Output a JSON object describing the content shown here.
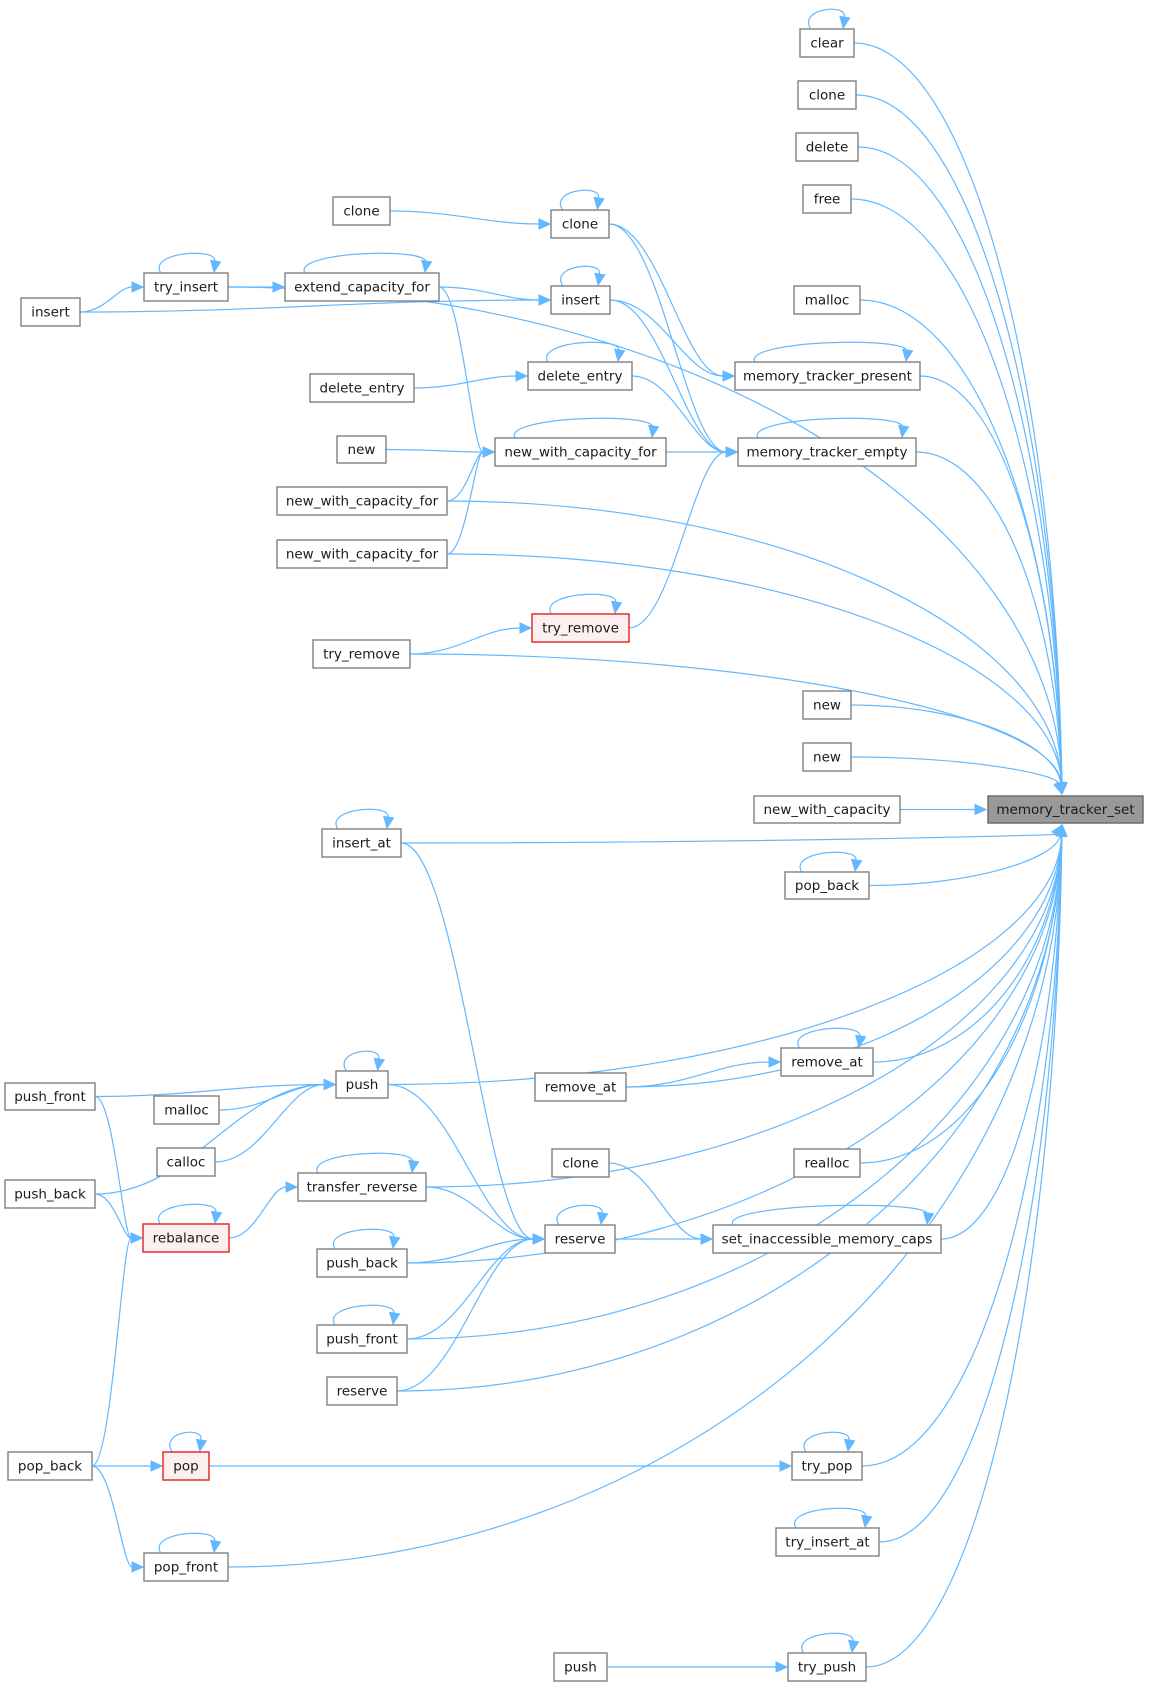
{
  "diagram": {
    "type": "caller-graph",
    "root": "memory_tracker_set",
    "colors": {
      "edge": "#63b8ff",
      "root_fill": "#999999",
      "highlight_border": "#e02020",
      "highlight_fill": "#fff0f0",
      "node_border": "#808080"
    },
    "nodes": [
      {
        "id": "root",
        "label": "memory_tracker_set",
        "style": "root"
      },
      {
        "id": "clear",
        "label": "clear",
        "self_loop": true
      },
      {
        "id": "clone_r",
        "label": "clone"
      },
      {
        "id": "delete",
        "label": "delete"
      },
      {
        "id": "free",
        "label": "free"
      },
      {
        "id": "malloc_r",
        "label": "malloc"
      },
      {
        "id": "mt_present",
        "label": "memory_tracker_present",
        "self_loop": true
      },
      {
        "id": "mt_empty",
        "label": "memory_tracker_empty",
        "self_loop": true
      },
      {
        "id": "clone_l",
        "label": "clone"
      },
      {
        "id": "clone_m",
        "label": "clone",
        "self_loop": true
      },
      {
        "id": "insert_l",
        "label": "insert"
      },
      {
        "id": "try_insert",
        "label": "try_insert",
        "self_loop": true
      },
      {
        "id": "extend_cap",
        "label": "extend_capacity_for",
        "self_loop": true
      },
      {
        "id": "insert_m",
        "label": "insert",
        "self_loop": true
      },
      {
        "id": "delete_entry_l",
        "label": "delete_entry"
      },
      {
        "id": "delete_entry_m",
        "label": "delete_entry",
        "self_loop": true
      },
      {
        "id": "new_l",
        "label": "new"
      },
      {
        "id": "nwcf_m",
        "label": "new_with_capacity_for",
        "self_loop": true
      },
      {
        "id": "nwcf_l1",
        "label": "new_with_capacity_for"
      },
      {
        "id": "nwcf_l2",
        "label": "new_with_capacity_for"
      },
      {
        "id": "try_remove_m",
        "label": "try_remove",
        "style": "highlight",
        "self_loop": true
      },
      {
        "id": "try_remove_l",
        "label": "try_remove"
      },
      {
        "id": "new_r1",
        "label": "new"
      },
      {
        "id": "new_r2",
        "label": "new"
      },
      {
        "id": "new_with_capacity",
        "label": "new_with_capacity"
      },
      {
        "id": "insert_at",
        "label": "insert_at",
        "self_loop": true
      },
      {
        "id": "pop_back_r",
        "label": "pop_back",
        "self_loop": true
      },
      {
        "id": "push_m",
        "label": "push",
        "self_loop": true
      },
      {
        "id": "push_front_l",
        "label": "push_front"
      },
      {
        "id": "malloc_l",
        "label": "malloc"
      },
      {
        "id": "calloc",
        "label": "calloc"
      },
      {
        "id": "push_back_l",
        "label": "push_back"
      },
      {
        "id": "remove_at_l",
        "label": "remove_at"
      },
      {
        "id": "remove_at_r",
        "label": "remove_at",
        "self_loop": true
      },
      {
        "id": "transfer_reverse",
        "label": "transfer_reverse",
        "self_loop": true
      },
      {
        "id": "clone_b",
        "label": "clone"
      },
      {
        "id": "realloc",
        "label": "realloc"
      },
      {
        "id": "rebalance",
        "label": "rebalance",
        "style": "highlight",
        "self_loop": true
      },
      {
        "id": "reserve_m",
        "label": "reserve",
        "self_loop": true
      },
      {
        "id": "set_caps",
        "label": "set_inaccessible_memory_caps",
        "self_loop": true
      },
      {
        "id": "push_back_m",
        "label": "push_back",
        "self_loop": true
      },
      {
        "id": "push_front_m",
        "label": "push_front",
        "self_loop": true
      },
      {
        "id": "reserve_l",
        "label": "reserve"
      },
      {
        "id": "pop_back_l",
        "label": "pop_back"
      },
      {
        "id": "pop",
        "label": "pop",
        "style": "highlight",
        "self_loop": true
      },
      {
        "id": "try_pop",
        "label": "try_pop",
        "self_loop": true
      },
      {
        "id": "try_insert_at",
        "label": "try_insert_at",
        "self_loop": true
      },
      {
        "id": "pop_front",
        "label": "pop_front",
        "self_loop": true
      },
      {
        "id": "push_b",
        "label": "push"
      },
      {
        "id": "try_push",
        "label": "try_push",
        "self_loop": true
      }
    ],
    "edges": [
      [
        "clear",
        "root"
      ],
      [
        "clone_r",
        "root"
      ],
      [
        "delete",
        "root"
      ],
      [
        "free",
        "root"
      ],
      [
        "malloc_r",
        "root"
      ],
      [
        "mt_present",
        "root"
      ],
      [
        "mt_empty",
        "root"
      ],
      [
        "try_insert",
        "root"
      ],
      [
        "clone_l",
        "clone_m"
      ],
      [
        "clone_m",
        "mt_present"
      ],
      [
        "clone_m",
        "mt_empty"
      ],
      [
        "insert_l",
        "try_insert"
      ],
      [
        "insert_l",
        "insert_m"
      ],
      [
        "try_insert",
        "extend_cap"
      ],
      [
        "extend_cap",
        "insert_m"
      ],
      [
        "extend_cap",
        "nwcf_m"
      ],
      [
        "insert_m",
        "mt_present"
      ],
      [
        "insert_m",
        "mt_empty"
      ],
      [
        "delete_entry_l",
        "delete_entry_m"
      ],
      [
        "delete_entry_m",
        "mt_empty"
      ],
      [
        "new_l",
        "nwcf_m"
      ],
      [
        "nwcf_l1",
        "nwcf_m"
      ],
      [
        "nwcf_l2",
        "nwcf_m"
      ],
      [
        "nwcf_m",
        "mt_empty"
      ],
      [
        "nwcf_l1",
        "root"
      ],
      [
        "nwcf_l2",
        "root"
      ],
      [
        "try_remove_l",
        "try_remove_m"
      ],
      [
        "try_remove_m",
        "mt_empty"
      ],
      [
        "try_remove_l",
        "root"
      ],
      [
        "new_r1",
        "root"
      ],
      [
        "new_r2",
        "root"
      ],
      [
        "new_with_capacity",
        "root"
      ],
      [
        "insert_at",
        "root"
      ],
      [
        "pop_back_r",
        "root"
      ],
      [
        "insert_at",
        "reserve_m"
      ],
      [
        "push_front_l",
        "push_m"
      ],
      [
        "push_back_l",
        "push_m"
      ],
      [
        "malloc_l",
        "push_m"
      ],
      [
        "calloc",
        "push_m"
      ],
      [
        "push_m",
        "root"
      ],
      [
        "push_m",
        "reserve_m"
      ],
      [
        "push_front_l",
        "rebalance"
      ],
      [
        "push_back_l",
        "rebalance"
      ],
      [
        "pop_back_l",
        "rebalance"
      ],
      [
        "rebalance",
        "transfer_reverse"
      ],
      [
        "transfer_reverse",
        "root"
      ],
      [
        "transfer_reverse",
        "reserve_m"
      ],
      [
        "remove_at_l",
        "remove_at_r"
      ],
      [
        "remove_at_r",
        "root"
      ],
      [
        "remove_at_l",
        "root"
      ],
      [
        "realloc",
        "root"
      ],
      [
        "clone_b",
        "set_caps"
      ],
      [
        "reserve_m",
        "set_caps"
      ],
      [
        "set_caps",
        "root"
      ],
      [
        "push_back_m",
        "reserve_m"
      ],
      [
        "push_back_m",
        "root"
      ],
      [
        "push_front_m",
        "reserve_m"
      ],
      [
        "push_front_m",
        "root"
      ],
      [
        "reserve_l",
        "reserve_m"
      ],
      [
        "reserve_l",
        "root"
      ],
      [
        "pop_back_l",
        "pop"
      ],
      [
        "pop_back_l",
        "pop_front"
      ],
      [
        "pop",
        "try_pop"
      ],
      [
        "try_pop",
        "root"
      ],
      [
        "try_insert_at",
        "root"
      ],
      [
        "pop_front",
        "root"
      ],
      [
        "push_b",
        "try_push"
      ],
      [
        "try_push",
        "root"
      ]
    ]
  }
}
